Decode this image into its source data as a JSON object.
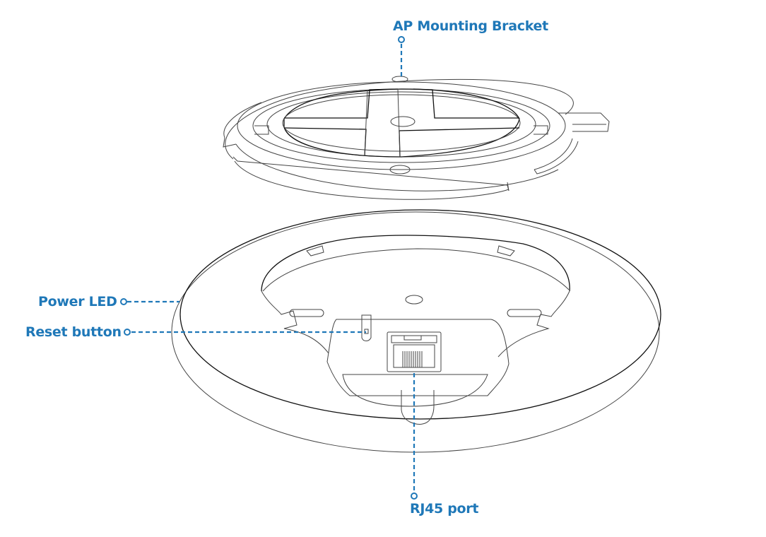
{
  "diagram": {
    "accent_color": "#1f78b8",
    "callouts": {
      "bracket": "AP Mounting Bracket",
      "power_led": "Power LED",
      "reset": "Reset button",
      "rj45": "RJ45 port"
    }
  }
}
